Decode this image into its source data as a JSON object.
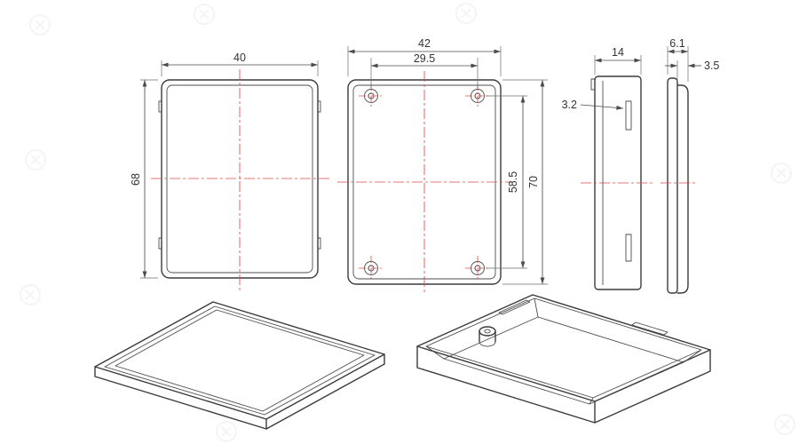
{
  "drawing": {
    "views": {
      "lid_front": {
        "width_label": "40",
        "height_label": "68"
      },
      "base_front": {
        "width_label": "42",
        "hole_span_width_label": "29.5",
        "height_label": "70",
        "hole_span_height_label": "58.5"
      },
      "side": {
        "depth_label": "14",
        "slot_label": "3.2"
      },
      "lid_profile": {
        "depth_label": "6.1",
        "lip_label": "3.5"
      }
    },
    "colors": {
      "line": "#3b3b3b",
      "centerline_red": "#e04848",
      "dim_text": "#333333",
      "background": "#ffffff",
      "watermark": "#9aa4ab"
    }
  }
}
